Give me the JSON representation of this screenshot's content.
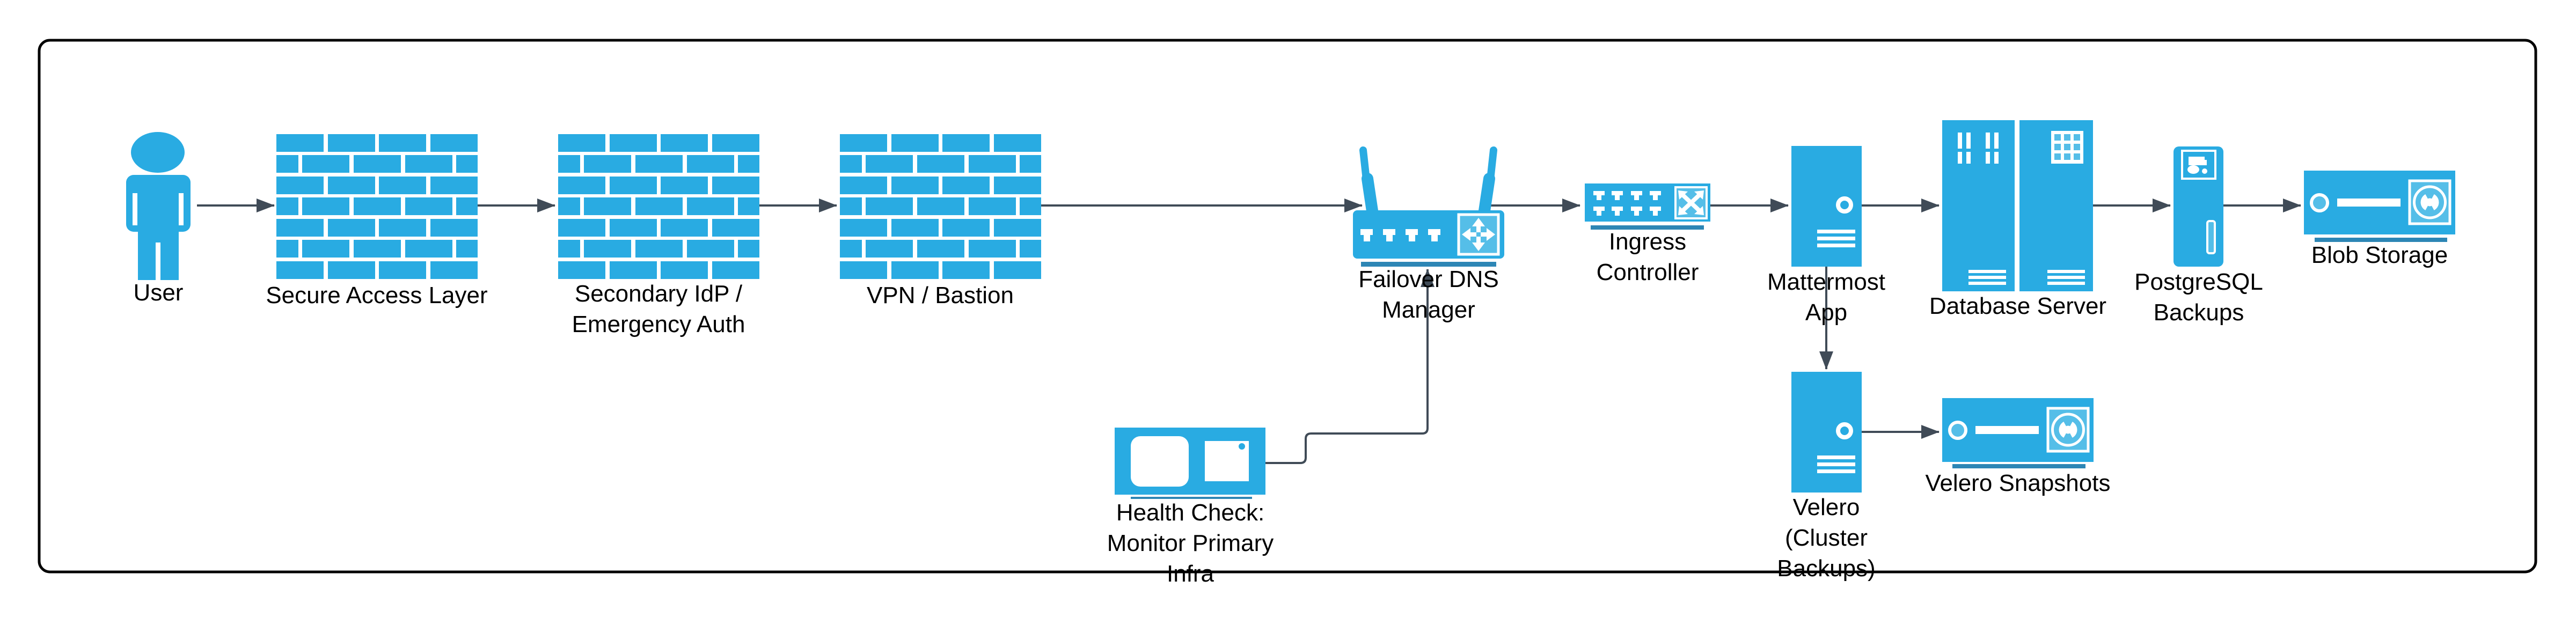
{
  "diagram": {
    "title": "Failover / Backup infrastructure diagram",
    "colors": {
      "icon_primary": "#29ABE2",
      "icon_light": "#55BEE8",
      "icon_underline": "#2D86B5",
      "connector": "#404B57",
      "border": "#000000",
      "background": "#FFFFFF",
      "text": "#000000"
    },
    "nodes": [
      {
        "id": "user",
        "icon": "person-icon",
        "label": "User"
      },
      {
        "id": "secure-access-layer",
        "icon": "firewall-icon",
        "label": "Secure Access Layer"
      },
      {
        "id": "secondary-idp",
        "icon": "firewall-icon",
        "label": "Secondary IdP /\nEmergency Auth"
      },
      {
        "id": "vpn-bastion",
        "icon": "firewall-icon",
        "label": "VPN / Bastion"
      },
      {
        "id": "failover-dns-manager",
        "icon": "wireless-router-icon",
        "label": "Failover DNS\nManager"
      },
      {
        "id": "ingress-controller",
        "icon": "network-switch-icon",
        "label": "Ingress\nController"
      },
      {
        "id": "mattermost-app",
        "icon": "server-tower-icon",
        "label": "Mattermost\nApp"
      },
      {
        "id": "database-server",
        "icon": "server-rack-icon",
        "label": "Database Server"
      },
      {
        "id": "postgresql-backups",
        "icon": "backup-server-icon",
        "label": "PostgreSQL\nBackups"
      },
      {
        "id": "blob-storage",
        "icon": "storage-device-icon",
        "label": "Blob Storage"
      },
      {
        "id": "health-check",
        "icon": "health-monitor-icon",
        "label": "Health Check:\nMonitor Primary\nInfra"
      },
      {
        "id": "velero",
        "icon": "server-tower-icon",
        "label": "Velero\n(Cluster\nBackups)"
      },
      {
        "id": "velero-snapshots",
        "icon": "storage-device-icon",
        "label": "Velero Snapshots"
      }
    ],
    "edges": [
      {
        "from": "user",
        "to": "secure-access-layer"
      },
      {
        "from": "secure-access-layer",
        "to": "secondary-idp"
      },
      {
        "from": "secondary-idp",
        "to": "vpn-bastion"
      },
      {
        "from": "vpn-bastion",
        "to": "failover-dns-manager"
      },
      {
        "from": "failover-dns-manager",
        "to": "ingress-controller"
      },
      {
        "from": "ingress-controller",
        "to": "mattermost-app"
      },
      {
        "from": "mattermost-app",
        "to": "database-server"
      },
      {
        "from": "database-server",
        "to": "postgresql-backups"
      },
      {
        "from": "postgresql-backups",
        "to": "blob-storage"
      },
      {
        "from": "mattermost-app",
        "to": "velero"
      },
      {
        "from": "velero",
        "to": "velero-snapshots"
      },
      {
        "from": "health-check",
        "to": "failover-dns-manager"
      }
    ]
  }
}
